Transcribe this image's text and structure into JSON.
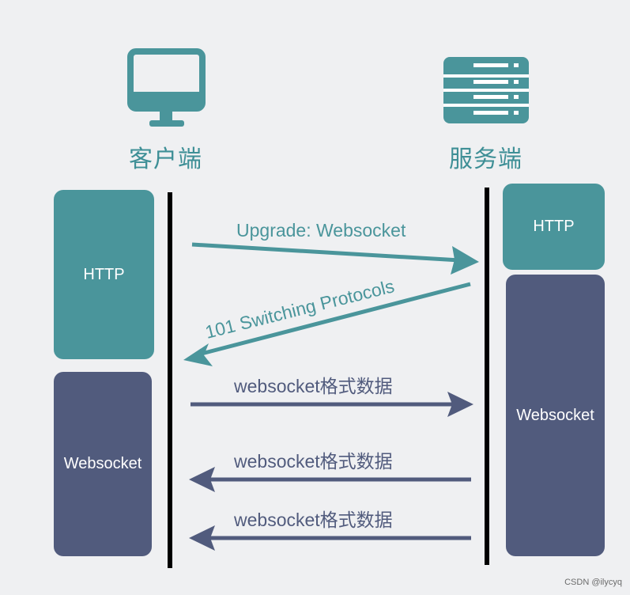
{
  "client": {
    "icon": "monitor-icon",
    "label": "客户端",
    "blocks": [
      "HTTP",
      "Websocket"
    ]
  },
  "server": {
    "icon": "server-rack-icon",
    "label": "服务端",
    "blocks": [
      "HTTP",
      "Websocket"
    ]
  },
  "messages": [
    {
      "text": "Upgrade: Websocket",
      "direction": "client-to-server"
    },
    {
      "text": "101 Switching Protocols",
      "direction": "server-to-client"
    },
    {
      "text": "websocket格式数据",
      "direction": "client-to-server"
    },
    {
      "text": "websocket格式数据",
      "direction": "server-to-client"
    },
    {
      "text": "websocket格式数据",
      "direction": "server-to-client"
    }
  ],
  "colors": {
    "teal": "#4a959b",
    "navy": "#515b7d",
    "lifeline": "#000000",
    "background": "#eff0f2"
  },
  "watermark": "CSDN @ilycyq"
}
